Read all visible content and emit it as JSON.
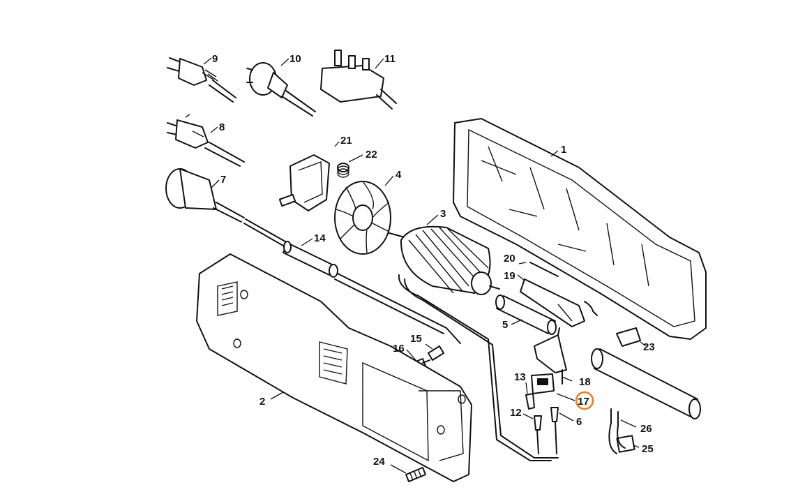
{
  "diagram": {
    "highlight_color": "#f07a20",
    "highlighted_part": "17",
    "callouts": [
      {
        "id": "1",
        "label": "1"
      },
      {
        "id": "2",
        "label": "2"
      },
      {
        "id": "3",
        "label": "3"
      },
      {
        "id": "4",
        "label": "4"
      },
      {
        "id": "5",
        "label": "5"
      },
      {
        "id": "6",
        "label": "6"
      },
      {
        "id": "7",
        "label": "7"
      },
      {
        "id": "8",
        "label": "8"
      },
      {
        "id": "9",
        "label": "9"
      },
      {
        "id": "10",
        "label": "10"
      },
      {
        "id": "11",
        "label": "11"
      },
      {
        "id": "12",
        "label": "12"
      },
      {
        "id": "13",
        "label": "13"
      },
      {
        "id": "14",
        "label": "14"
      },
      {
        "id": "15",
        "label": "15"
      },
      {
        "id": "16",
        "label": "16"
      },
      {
        "id": "17",
        "label": "17"
      },
      {
        "id": "18",
        "label": "18"
      },
      {
        "id": "19",
        "label": "19"
      },
      {
        "id": "20",
        "label": "20"
      },
      {
        "id": "21",
        "label": "21"
      },
      {
        "id": "22",
        "label": "22"
      },
      {
        "id": "23",
        "label": "23"
      },
      {
        "id": "24",
        "label": "24"
      },
      {
        "id": "25",
        "label": "25"
      },
      {
        "id": "26",
        "label": "26"
      }
    ]
  }
}
